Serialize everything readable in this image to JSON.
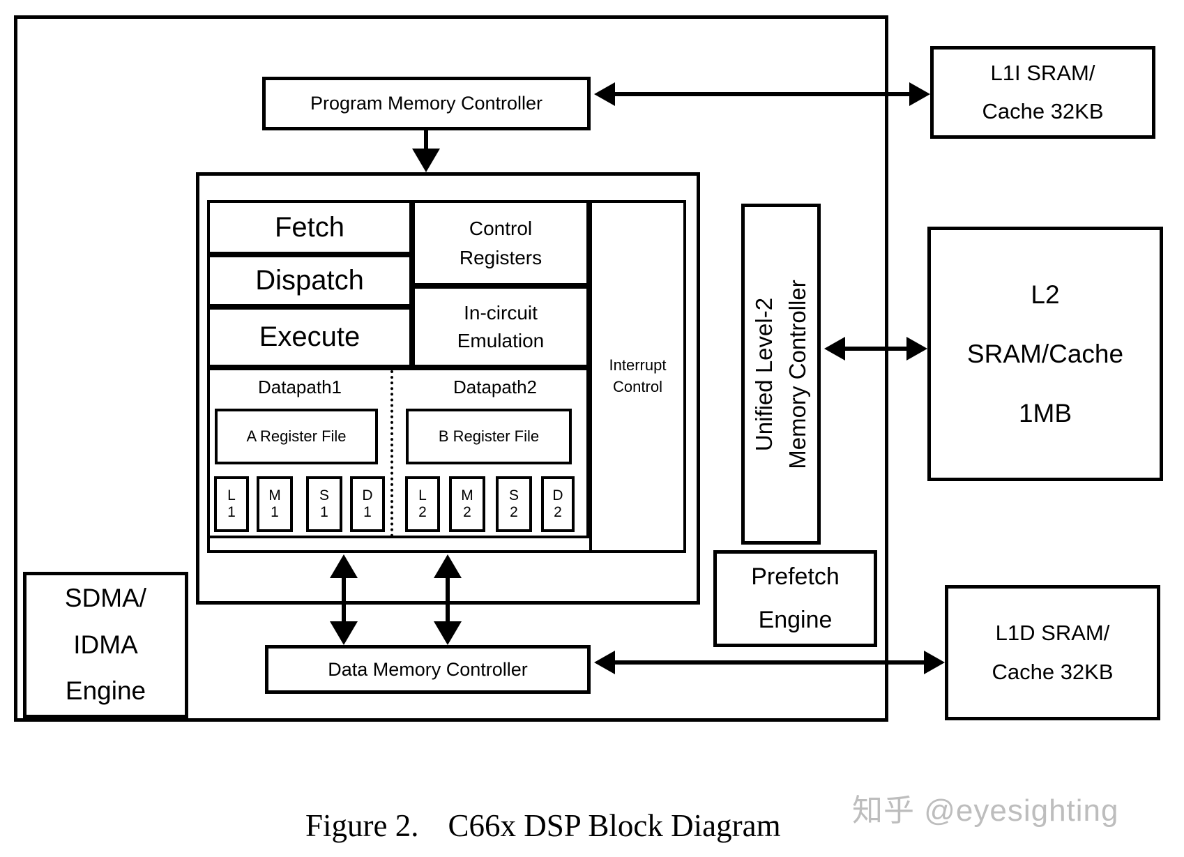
{
  "diagram": {
    "pmc": {
      "label": "Program Memory Controller"
    },
    "l1i": {
      "line1": "L1I SRAM/",
      "line2": "Cache 32KB"
    },
    "core": {
      "pipeline": {
        "fetch": "Fetch",
        "dispatch": "Dispatch",
        "execute": "Execute"
      },
      "control_registers": {
        "line1": "Control",
        "line2": "Registers"
      },
      "in_circuit_emulation": {
        "line1": "In-circuit",
        "line2": "Emulation"
      },
      "interrupt_control": {
        "line1": "Interrupt",
        "line2": "Control"
      },
      "datapath1": {
        "label": "Datapath1",
        "register_file": "A Register File",
        "units": [
          {
            "letter": "L",
            "num": "1"
          },
          {
            "letter": "M",
            "num": "1"
          },
          {
            "letter": "S",
            "num": "1"
          },
          {
            "letter": "D",
            "num": "1"
          }
        ]
      },
      "datapath2": {
        "label": "Datapath2",
        "register_file": "B Register File",
        "units": [
          {
            "letter": "L",
            "num": "2"
          },
          {
            "letter": "M",
            "num": "2"
          },
          {
            "letter": "S",
            "num": "2"
          },
          {
            "letter": "D",
            "num": "2"
          }
        ]
      }
    },
    "umc": {
      "line1": "Unified Level-2",
      "line2": "Memory Controller"
    },
    "l2": {
      "line1": "L2",
      "line2": "SRAM/Cache",
      "line3": "1MB"
    },
    "prefetch": {
      "line1": "Prefetch",
      "line2": "Engine"
    },
    "sdma": {
      "line1": "SDMA/",
      "line2": "IDMA",
      "line3": "Engine"
    },
    "dmc": {
      "label": "Data Memory Controller"
    },
    "l1d": {
      "line1": "L1D SRAM/",
      "line2": "Cache 32KB"
    }
  },
  "caption": {
    "label": "Figure 2.",
    "title": "C66x DSP Block Diagram"
  },
  "watermark": {
    "text": "知乎 @eyesighting"
  },
  "colors": {
    "line": "#000000",
    "background": "#ffffff",
    "watermark": "#bdbdbd"
  }
}
